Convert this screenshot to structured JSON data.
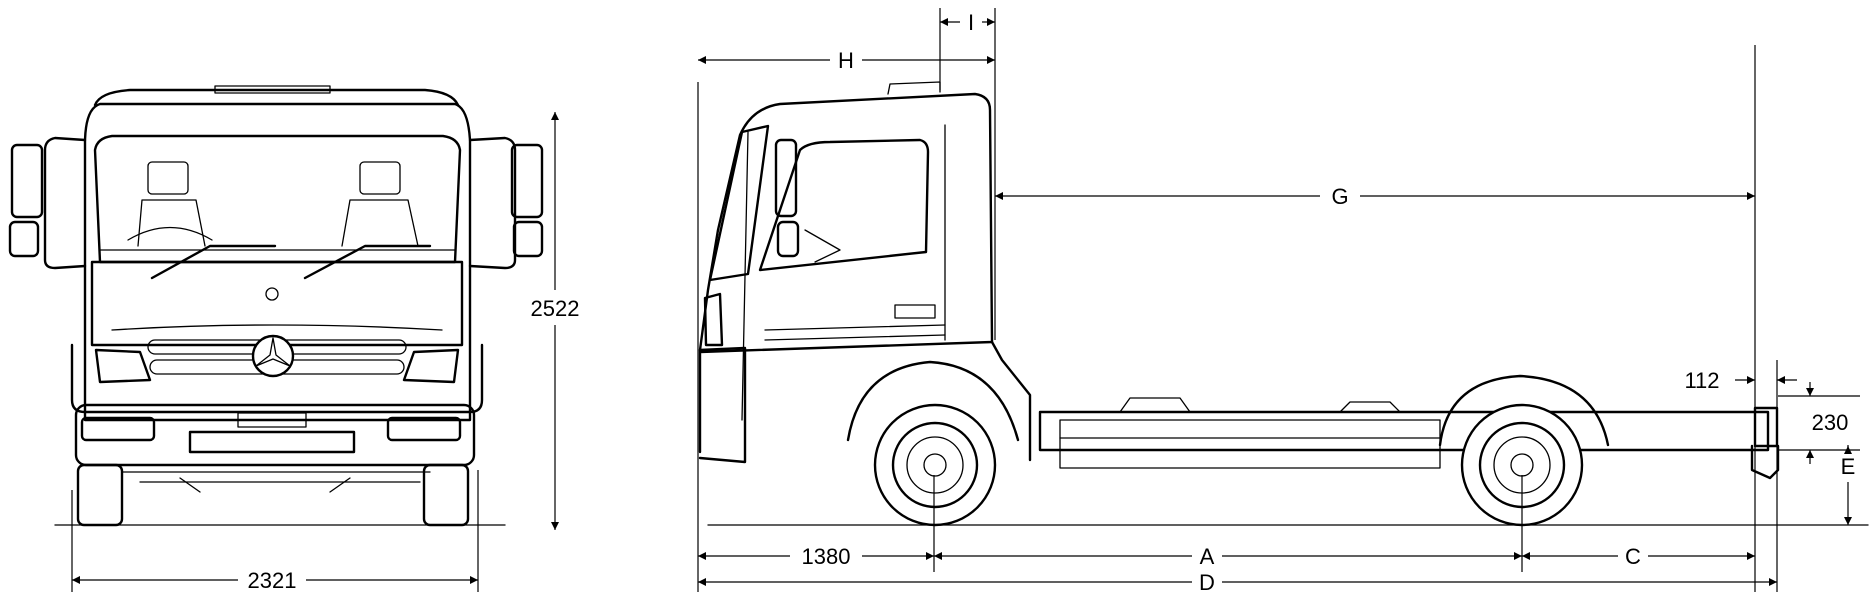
{
  "dimensions": {
    "front_height": "2522",
    "front_width": "2321",
    "front_overhang": "1380",
    "wheelbase": "A",
    "rear_overhang": "C",
    "overall_length": "D",
    "frame_height": "E",
    "body_length": "G",
    "cab_length": "H",
    "cab_gap": "I",
    "frame_end_offset": "112",
    "frame_depth": "230"
  }
}
